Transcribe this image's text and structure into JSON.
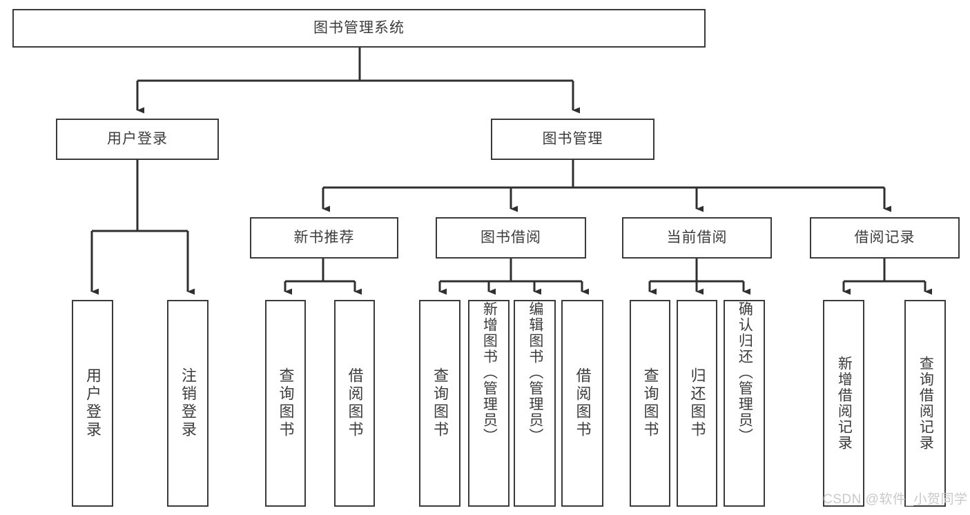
{
  "diagram": {
    "type": "tree",
    "title": "图书管理系统",
    "orientation": "top-down",
    "style": {
      "box_fill": "#ffffff",
      "box_stroke": "#3a3a3a",
      "text_color": "#3c3c3c",
      "connector_color": "#2f2f2f",
      "background": "#ffffff"
    },
    "nodes": {
      "root": {
        "label": "图书管理系统",
        "level": 1
      },
      "l2": [
        {
          "label": "用户登录",
          "level": 2
        },
        {
          "label": "图书管理",
          "level": 2
        }
      ],
      "l3": [
        {
          "label": "新书推荐",
          "level": 3
        },
        {
          "label": "图书借阅",
          "level": 3
        },
        {
          "label": "当前借阅",
          "level": 3
        },
        {
          "label": "借阅记录",
          "level": 3
        }
      ],
      "leaves": {
        "user_login": [
          {
            "label": "用户登录",
            "level": 3
          },
          {
            "label": "注销登录",
            "level": 3
          }
        ],
        "new_book": [
          {
            "label": "查询图书",
            "level": 4
          },
          {
            "label": "借阅图书",
            "level": 4
          }
        ],
        "borrow_book": [
          {
            "label": "查询图书",
            "level": 4
          },
          {
            "label": "新增图书（管理员）",
            "level": 4
          },
          {
            "label": "编辑图书（管理员）",
            "level": 4
          },
          {
            "label": "借阅图书",
            "level": 4
          }
        ],
        "current_borrow": [
          {
            "label": "查询图书",
            "level": 4
          },
          {
            "label": "归还图书",
            "level": 4
          },
          {
            "label": "确认归还（管理员）",
            "level": 4
          }
        ],
        "borrow_record": [
          {
            "label": "新增借阅记录",
            "level": 4
          },
          {
            "label": "查询借阅记录",
            "level": 4
          }
        ]
      }
    },
    "edges": [
      {
        "from": "图书管理系统",
        "to": "用户登录"
      },
      {
        "from": "图书管理系统",
        "to": "图书管理"
      },
      {
        "from": "用户登录",
        "to": "用户登录"
      },
      {
        "from": "用户登录",
        "to": "注销登录"
      },
      {
        "from": "图书管理",
        "to": "新书推荐"
      },
      {
        "from": "图书管理",
        "to": "图书借阅"
      },
      {
        "from": "图书管理",
        "to": "当前借阅"
      },
      {
        "from": "图书管理",
        "to": "借阅记录"
      },
      {
        "from": "新书推荐",
        "to": "查询图书"
      },
      {
        "from": "新书推荐",
        "to": "借阅图书"
      },
      {
        "from": "图书借阅",
        "to": "查询图书"
      },
      {
        "from": "图书借阅",
        "to": "新增图书（管理员）"
      },
      {
        "from": "图书借阅",
        "to": "编辑图书（管理员）"
      },
      {
        "from": "图书借阅",
        "to": "借阅图书"
      },
      {
        "from": "当前借阅",
        "to": "查询图书"
      },
      {
        "from": "当前借阅",
        "to": "归还图书"
      },
      {
        "from": "当前借阅",
        "to": "确认归还（管理员）"
      },
      {
        "from": "借阅记录",
        "to": "新增借阅记录"
      },
      {
        "from": "借阅记录",
        "to": "查询借阅记录"
      }
    ]
  },
  "watermark": {
    "text": "CSDN @软件_小贺同学"
  }
}
